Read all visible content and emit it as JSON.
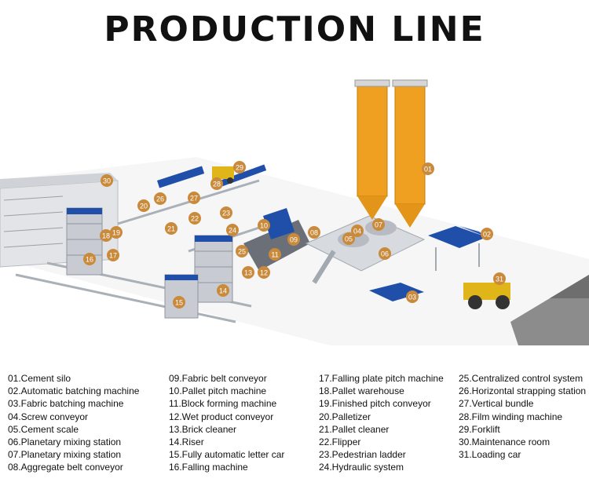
{
  "title": "PRODUCTION LINE",
  "markers": [
    "01",
    "02",
    "03",
    "04",
    "05",
    "06",
    "07",
    "08",
    "09",
    "10",
    "11",
    "12",
    "13",
    "14",
    "15",
    "16",
    "17",
    "18",
    "19",
    "20",
    "21",
    "22",
    "23",
    "24",
    "25",
    "26",
    "27",
    "28",
    "29",
    "30",
    "31"
  ],
  "colors": {
    "marker": "#c98a3c",
    "silo": "#f0a020",
    "machine_blue": "#1f4fa8",
    "frame": "#d0d2d6"
  },
  "legend": {
    "col1": [
      "01.Cement silo",
      "02.Automatic batching machine",
      "03.Fabric batching machine",
      "04.Screw conveyor",
      "05.Cement scale",
      "06.Planetary mixing station",
      "07.Planetary mixing station",
      "08.Aggregate belt conveyor"
    ],
    "col2": [
      "09.Fabric belt conveyor",
      "10.Pallet pitch machine",
      "11.Block forming machine",
      "12.Wet product conveyor",
      "13.Brick cleaner",
      "14.Riser",
      "15.Fully automatic letter car",
      "16.Falling machine"
    ],
    "col3": [
      "17.Falling plate pitch machine",
      "18.Pallet warehouse",
      "19.Finished pitch conveyor",
      "20.Palletizer",
      "21.Pallet cleaner",
      "22.Flipper",
      "23.Pedestrian ladder",
      "24.Hydraulic system"
    ],
    "col4": [
      "25.Centralized control system",
      "26.Horizontal strapping station",
      "27.Vertical bundle",
      "28.Film winding machine",
      "29.Forklift",
      "30.Maintenance room",
      "31.Loading car"
    ]
  }
}
